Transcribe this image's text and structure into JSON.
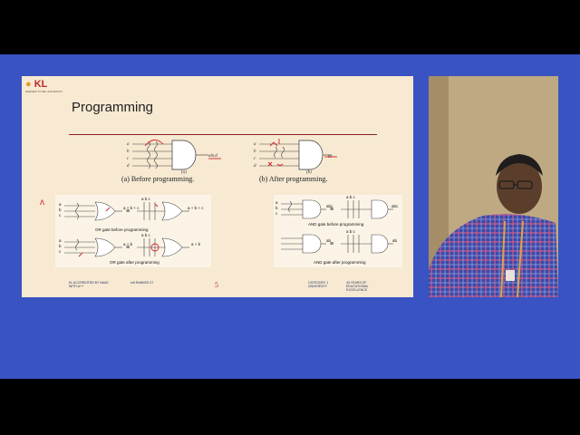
{
  "slide": {
    "logo": "KL",
    "logo_subtitle": "DEEMED TO BE UNIVERSITY",
    "title": "Programming",
    "top_figure": {
      "before_caption": "(a) Before programming.",
      "after_caption": "(b) After programming.",
      "before_inputs": [
        "a",
        "b",
        "c",
        "d"
      ],
      "after_inputs": [
        "a",
        "b",
        "c",
        "d"
      ],
      "before_output": "abcd",
      "after_output": "bc",
      "before_sublabel": "(a)",
      "after_sublabel": "(b)"
    },
    "or_panel": {
      "inputs": [
        "a",
        "b",
        "c"
      ],
      "output_before": "a + b + c",
      "output_after": "a + b",
      "label_before": "OR gate before programming",
      "label_after": "OR gate after programming",
      "bus_header": "a b c"
    },
    "and_panel": {
      "inputs": [
        "a",
        "b",
        "c"
      ],
      "output_before": "abc",
      "output_after": "ab",
      "label_before": "AND gate before programming",
      "label_after": "AND gate after programming",
      "bus_header": "a b c"
    },
    "page_number": "5",
    "footer": {
      "left_1": "KL ACCREDITED BY NAAC WITH A++",
      "left_2": "nirf RANKED 27",
      "right_1": "CATEGORY 1 UNIVERSITY",
      "right_2": "43 YEARS OF EDUCATIONAL EXCELLENCE"
    },
    "annotation_mark": "ʌ",
    "colors": {
      "ink": "#d2232a",
      "slide_bg": "#f7e9d2",
      "stage_bg": "#3a53c2"
    }
  },
  "camera": {
    "description": "presenter-webcam"
  }
}
